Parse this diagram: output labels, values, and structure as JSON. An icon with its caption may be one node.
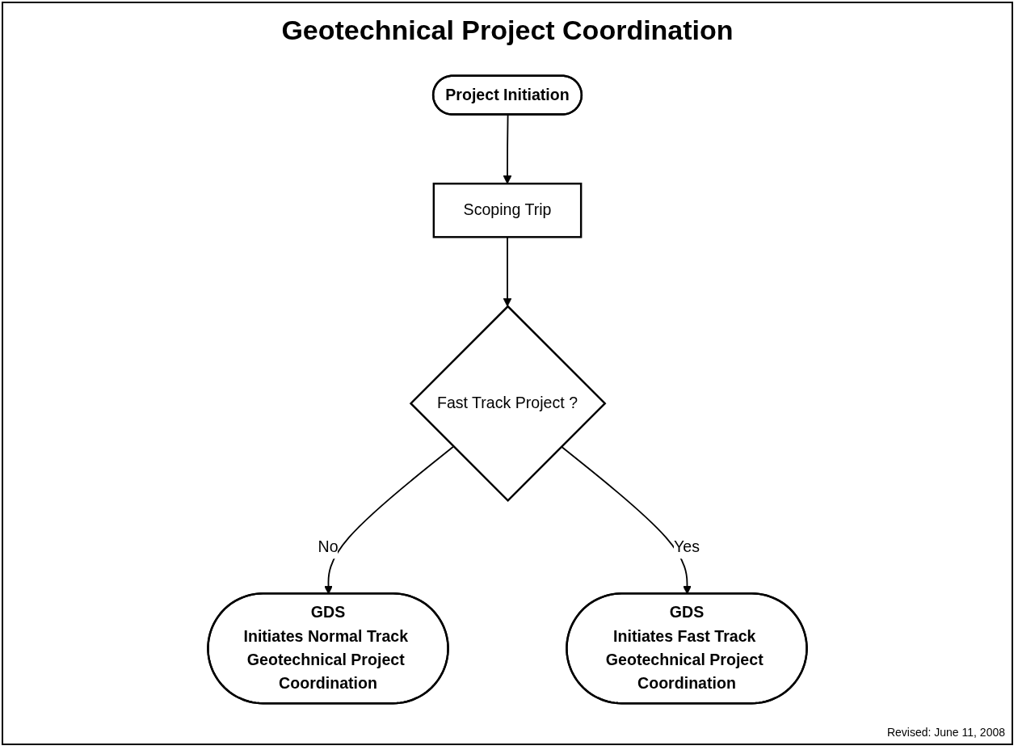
{
  "diagram": {
    "title": "Geotechnical Project Coordination",
    "nodes": [
      {
        "text": [
          "Project Initiation"
        ]
      },
      {
        "text": [
          "Scoping Trip"
        ]
      },
      {
        "text": [
          "Fast Track Project ?"
        ]
      },
      {
        "text": [
          "GDS",
          "Initiates Normal Track Geotechnical Project Coordination"
        ]
      },
      {
        "text": [
          "GDS",
          "Initiates Fast Track Geotechnical Project Coordination"
        ]
      }
    ],
    "edges": [
      {
        "from": 0,
        "to": 1,
        "arrow": "to"
      },
      {
        "from": 1,
        "to": 2,
        "arrow": "to"
      },
      {
        "from": 2,
        "to": 3,
        "label": "No",
        "arrow": "to"
      },
      {
        "from": 2,
        "to": 4,
        "label": "Yes",
        "arrow": "to"
      }
    ],
    "labels": [
      "Revised: June 11, 2008"
    ]
  }
}
